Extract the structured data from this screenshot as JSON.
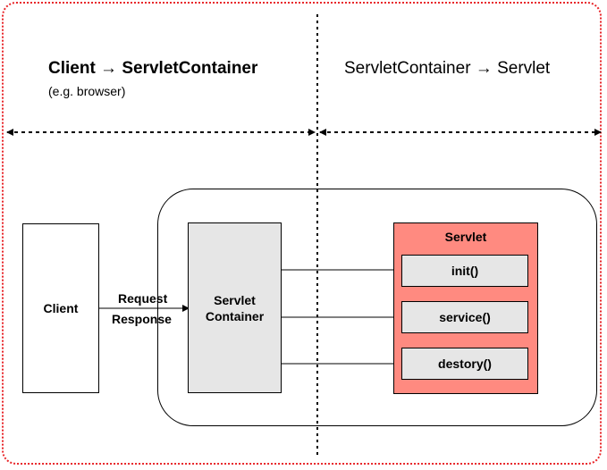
{
  "headings": {
    "left_title": "Client →  ServletContainer",
    "left_subtitle": "(e.g. browser)",
    "right_title": "ServletContainer → Servlet"
  },
  "nodes": {
    "client": "Client",
    "servlet_container": "Servlet\nContainer",
    "servlet": "Servlet",
    "methods": [
      "init()",
      "service()",
      "destory()"
    ]
  },
  "edges": {
    "request_label": "Request",
    "response_label": "Response"
  },
  "colors": {
    "frame_border": "#e8262a",
    "servlet_fill": "#ff8a80",
    "box_fill_gray": "#e6e6e6"
  }
}
